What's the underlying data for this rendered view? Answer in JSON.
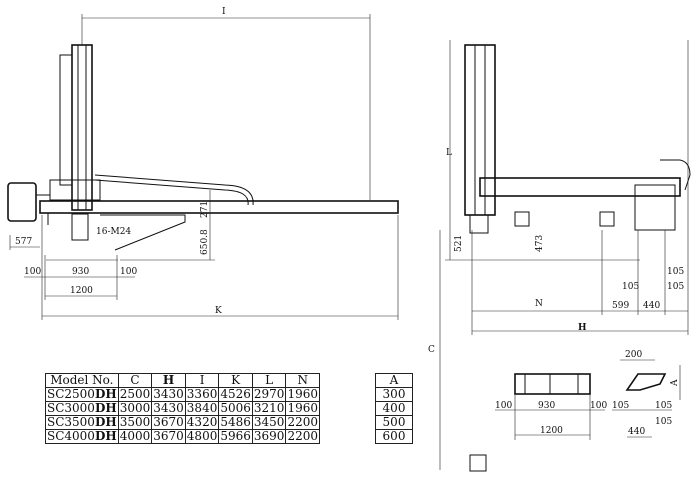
{
  "front_view": {
    "dims": {
      "I": "I",
      "K": "K",
      "d577": "577",
      "d100a": "100",
      "d930": "930",
      "d100b": "100",
      "d1200": "1200",
      "bolt": "16-M24",
      "d271": "271",
      "d650": "650.8"
    }
  },
  "side_view": {
    "dims": {
      "L": "L",
      "H": "H",
      "C": "C",
      "N": "N",
      "d599": "599",
      "d440": "440",
      "d105a": "105",
      "d105b": "105",
      "d105c": "105",
      "d521": "521",
      "d473": "473"
    }
  },
  "base_detail": {
    "dims": {
      "d100a": "100",
      "d930": "930",
      "d100b": "100",
      "d1200": "1200",
      "d200": "200",
      "A": "A",
      "d105a": "105",
      "d105b": "105",
      "d105c": "105",
      "d440": "440"
    }
  },
  "spec_table": {
    "headers": [
      "Model No.",
      "C",
      "H",
      "I",
      "K",
      "L",
      "N"
    ],
    "rows": [
      {
        "model_prefix": "SC2500",
        "model_suffix": "DH",
        "values": [
          "2500",
          "3430",
          "3360",
          "4526",
          "2970",
          "1960"
        ]
      },
      {
        "model_prefix": "SC3000",
        "model_suffix": "DH",
        "values": [
          "3000",
          "3430",
          "3840",
          "5006",
          "3210",
          "1960"
        ]
      },
      {
        "model_prefix": "SC3500",
        "model_suffix": "DH",
        "values": [
          "3500",
          "3670",
          "4320",
          "5486",
          "3450",
          "2200"
        ]
      },
      {
        "model_prefix": "SC4000",
        "model_suffix": "DH",
        "values": [
          "4000",
          "3670",
          "4800",
          "5966",
          "3690",
          "2200"
        ]
      }
    ]
  },
  "a_table": {
    "header": "A",
    "values": [
      "300",
      "400",
      "500",
      "600"
    ]
  }
}
